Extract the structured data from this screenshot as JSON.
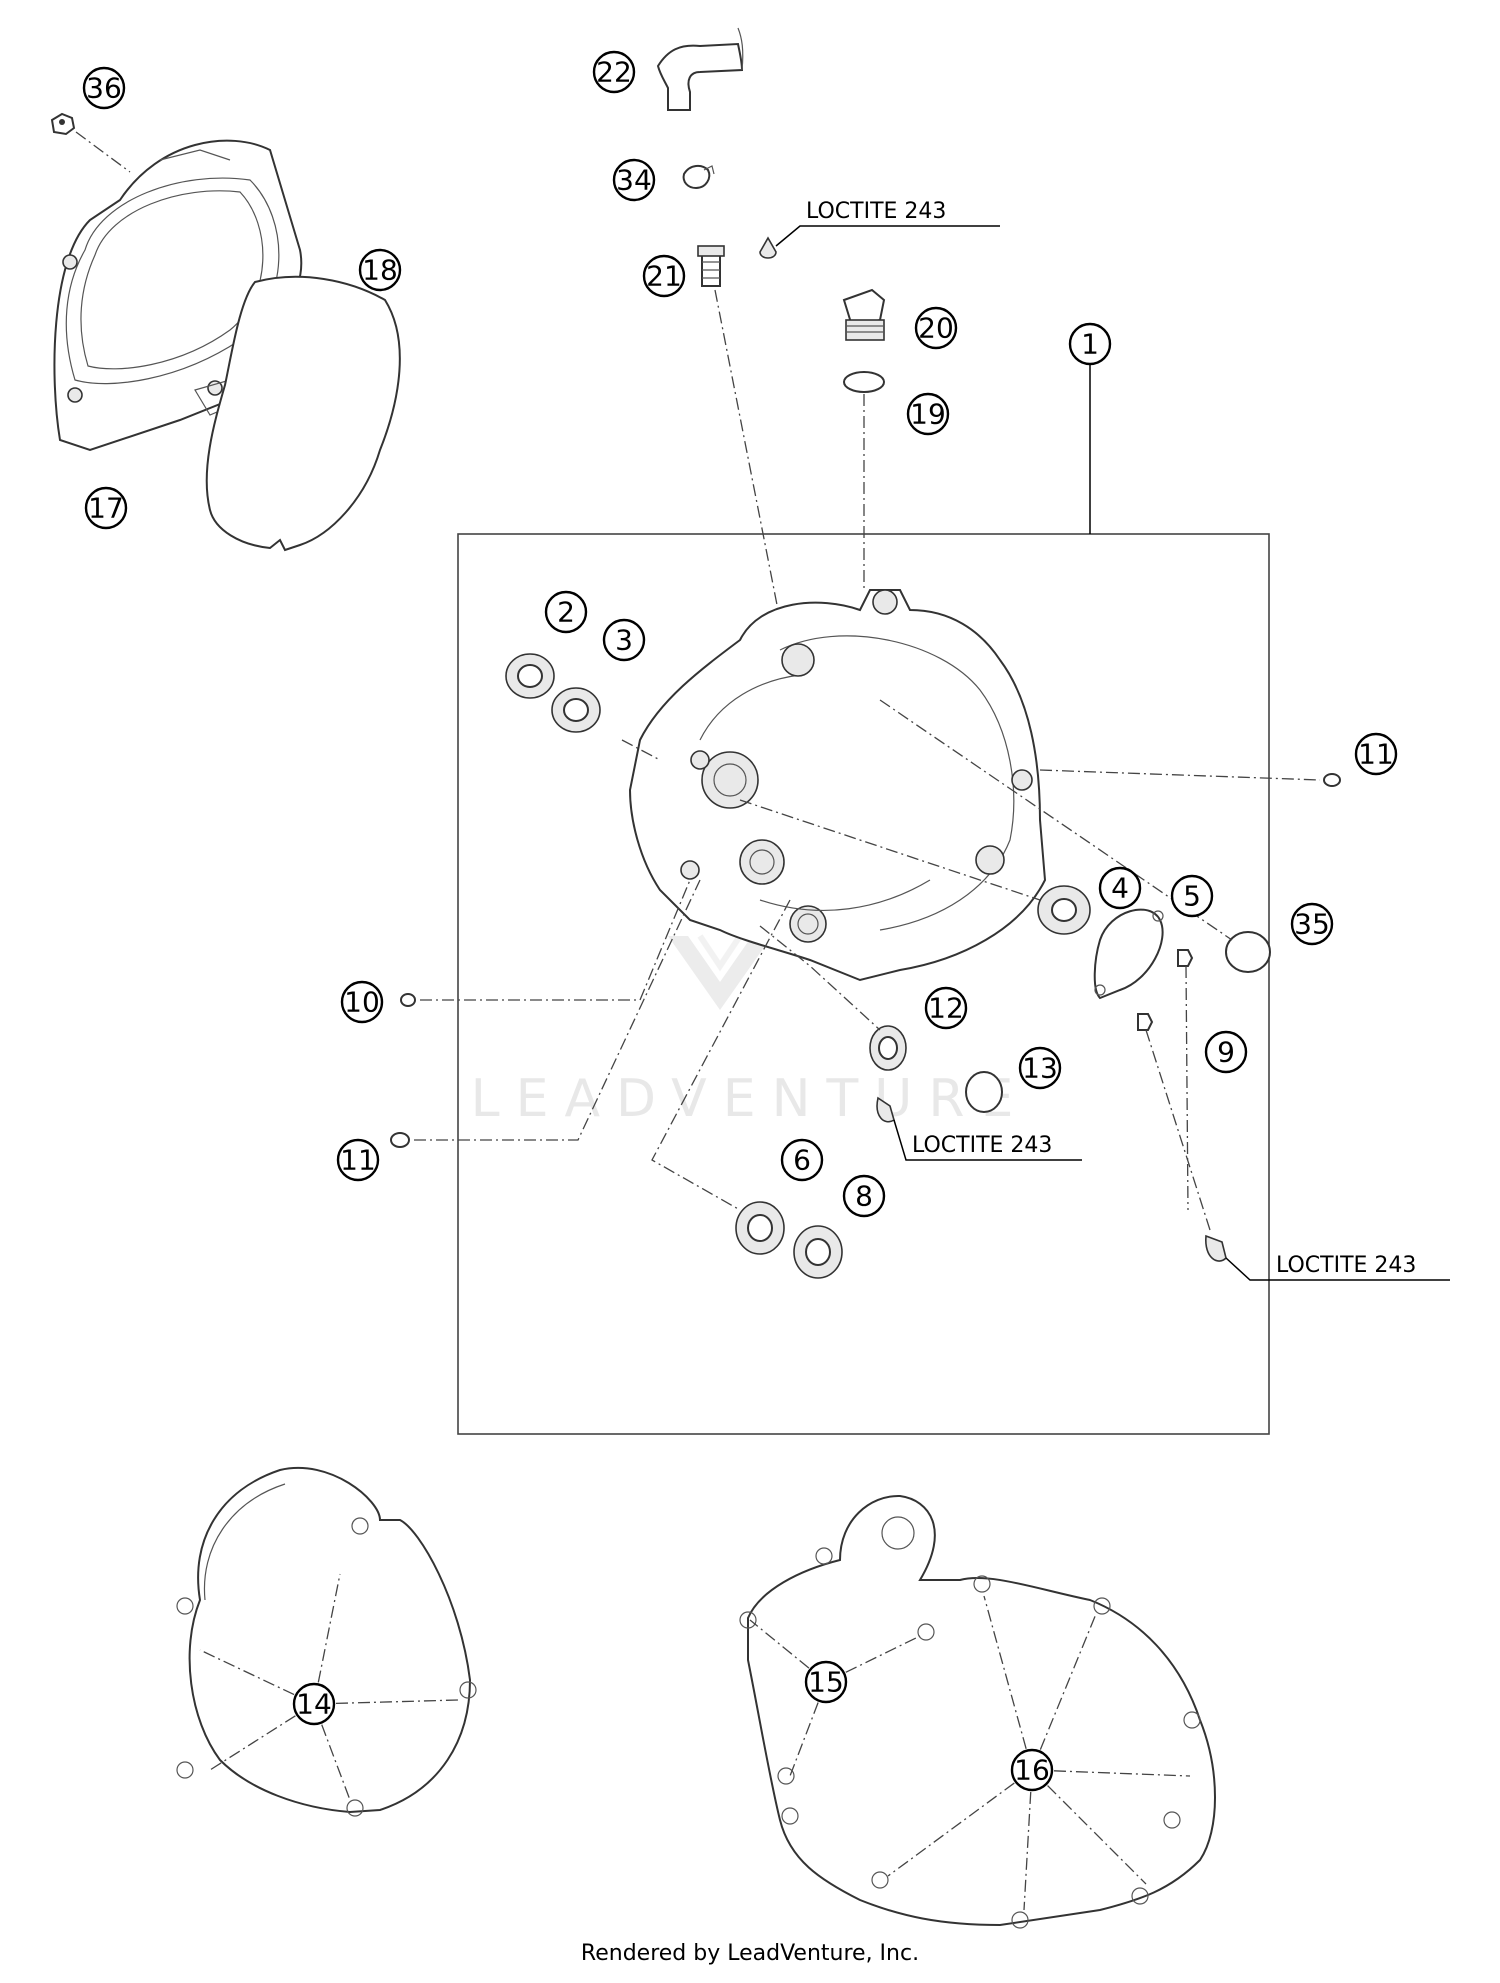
{
  "callouts": {
    "c1": "1",
    "c2": "2",
    "c3": "3",
    "c4": "4",
    "c5": "5",
    "c6": "6",
    "c8": "8",
    "c9": "9",
    "c10": "10",
    "c11a": "11",
    "c11b": "11",
    "c12": "12",
    "c13": "13",
    "c14": "14",
    "c15": "15",
    "c16": "16",
    "c17": "17",
    "c18": "18",
    "c19": "19",
    "c20": "20",
    "c21": "21",
    "c22": "22",
    "c34": "34",
    "c35": "35",
    "c36": "36"
  },
  "notes": {
    "loctite_top": "LOCTITE 243",
    "loctite_mid": "LOCTITE 243",
    "loctite_right": "LOCTITE 243"
  },
  "watermark": "LEADVENTURE",
  "footer": "Rendered by LeadVenture, Inc."
}
